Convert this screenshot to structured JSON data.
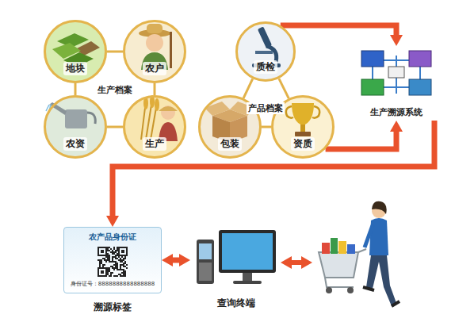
{
  "diagram": {
    "nodes": [
      {
        "text": [
          "地块"
        ]
      },
      {
        "text": [
          "农户"
        ]
      },
      {
        "text": [
          "农资"
        ]
      },
      {
        "text": [
          "生产"
        ]
      },
      {
        "text": [
          "质检"
        ]
      },
      {
        "text": [
          "包装"
        ]
      },
      {
        "text": [
          "资质"
        ]
      },
      {
        "text": [
          "生产溯源系统"
        ]
      },
      {
        "text": [
          "农产品身份证",
          "身份证号：8888888888888888",
          "溯源标签"
        ]
      },
      {
        "text": [
          "查询终端"
        ]
      }
    ],
    "edges": [
      {
        "from": 0,
        "to": 1,
        "arrow": "none"
      },
      {
        "from": 0,
        "to": 2,
        "arrow": "none"
      },
      {
        "from": 1,
        "to": 3,
        "arrow": "none"
      },
      {
        "from": 2,
        "to": 3,
        "arrow": "none"
      },
      {
        "from": 4,
        "to": 5,
        "arrow": "none"
      },
      {
        "from": 4,
        "to": 6,
        "arrow": "none"
      },
      {
        "from": 5,
        "to": 6,
        "arrow": "none"
      },
      {
        "from": 4,
        "to": 7,
        "arrow": "to"
      },
      {
        "from": 6,
        "to": 7,
        "arrow": "to"
      },
      {
        "from": 7,
        "to": 8,
        "arrow": "to"
      },
      {
        "from": 8,
        "to": 9,
        "arrow": "both"
      }
    ],
    "labels": [
      "生产档案",
      "产品档案"
    ]
  }
}
